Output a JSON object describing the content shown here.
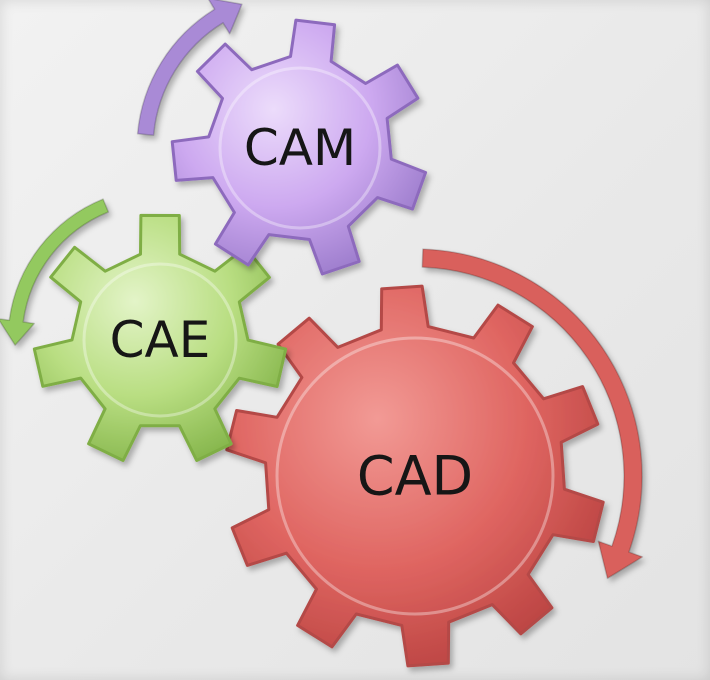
{
  "diagram": {
    "gears": [
      {
        "id": "cam",
        "label": "CAM",
        "color": "#c9a7ee",
        "edge": "#8d6bbd"
      },
      {
        "id": "cae",
        "label": "CAE",
        "color": "#b7dc7e",
        "edge": "#7fae45"
      },
      {
        "id": "cad",
        "label": "CAD",
        "color": "#e06a66",
        "edge": "#b44846"
      }
    ],
    "arrows": [
      {
        "id": "cam-arrow",
        "color": "#a98ad6"
      },
      {
        "id": "cae-arrow",
        "color": "#93c95f"
      },
      {
        "id": "cad-arrow",
        "color": "#d9605c"
      }
    ]
  }
}
